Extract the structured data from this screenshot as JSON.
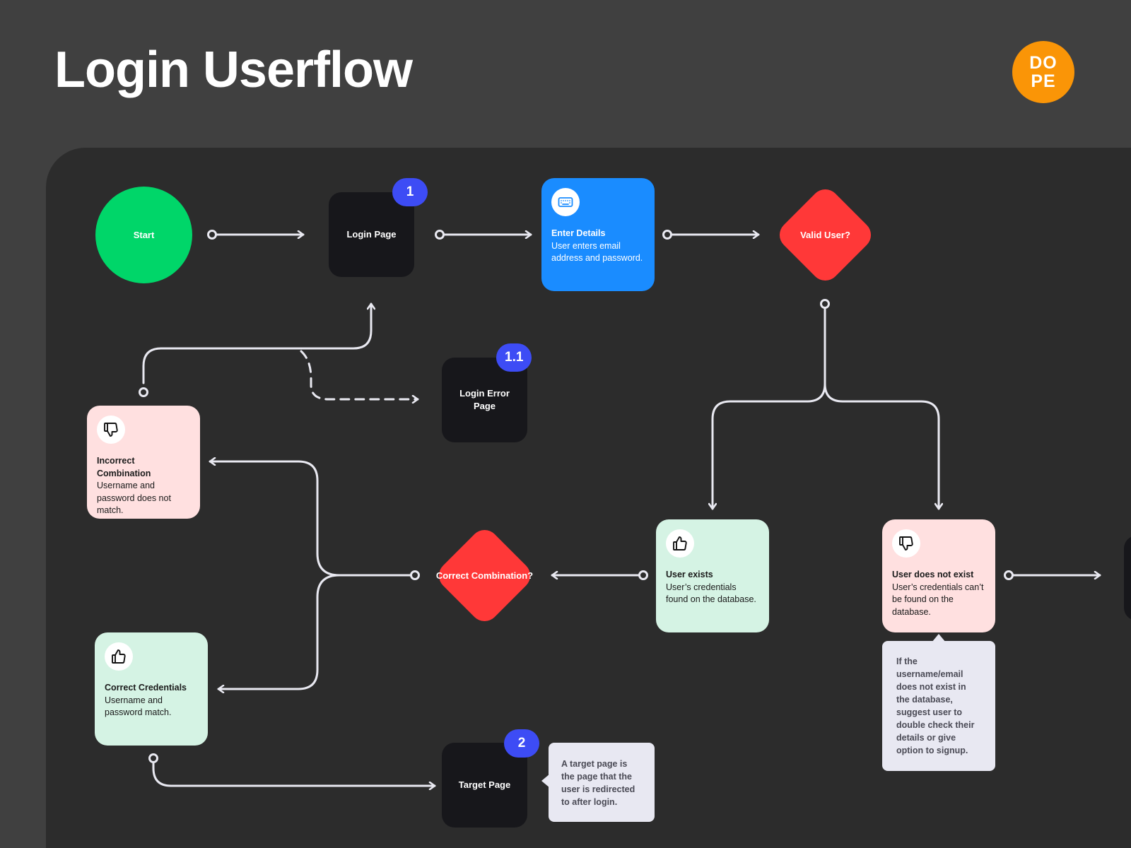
{
  "title": "Login Userflow",
  "logo": {
    "line1": "DO",
    "line2": "PE"
  },
  "colors": {
    "start": "#00d669",
    "page": "#17171b",
    "badge": "#3d4cf5",
    "decision": "#ff3838",
    "action": "#1a8cff",
    "negative": "#ffe0e0",
    "positive": "#d5f3e4",
    "connector": "#e9e9f1"
  },
  "nodes": {
    "start": {
      "label": "Start"
    },
    "login_page": {
      "label": "Login Page",
      "badge": "1"
    },
    "enter_details": {
      "icon": "keyboard-icon",
      "title": "Enter Details",
      "desc": "User enters email address and password."
    },
    "valid_user": {
      "label": "Valid User?"
    },
    "login_error_page": {
      "label": "Login Error Page",
      "badge": "1.1"
    },
    "incorrect_combination": {
      "icon": "thumbs-down-icon",
      "title": "Incorrect Combination",
      "desc": "Username and password does not match."
    },
    "correct_combination": {
      "label": "Correct Combination?"
    },
    "user_exists": {
      "icon": "thumbs-up-icon",
      "title": "User exists",
      "desc": "User’s credentials found on the database."
    },
    "user_not_exist": {
      "icon": "thumbs-down-icon",
      "title": "User does not exist",
      "desc": "User’s credentials can’t be found on the database."
    },
    "correct_credentials": {
      "icon": "thumbs-up-icon",
      "title": "Correct Credentials",
      "desc": "Username and password match."
    },
    "target_page": {
      "label": "Target Page",
      "badge": "2"
    }
  },
  "notes": {
    "user_not_exist": "If the username/email does not exist in the database, suggest user to double check their details or give option to signup.",
    "target_page": "A target page is the page that the user is redirected to after login."
  }
}
